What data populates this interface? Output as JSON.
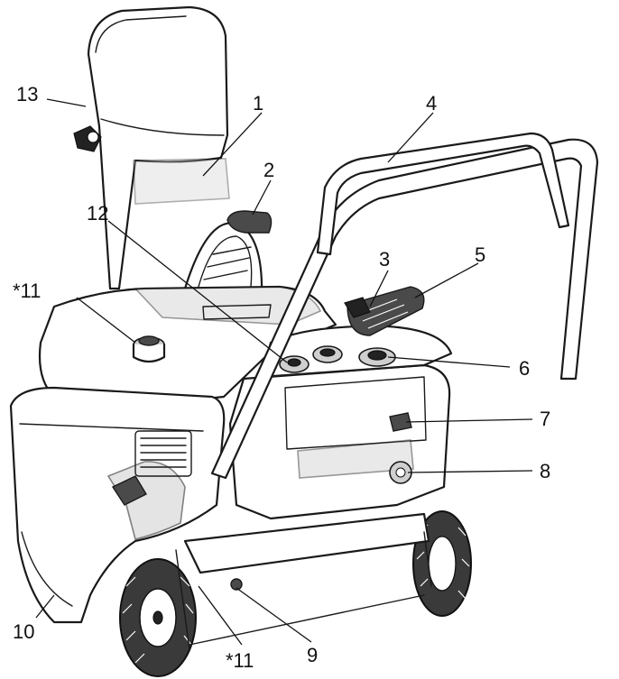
{
  "callouts": [
    {
      "id": "1",
      "label": "1"
    },
    {
      "id": "2",
      "label": "2"
    },
    {
      "id": "3",
      "label": "3"
    },
    {
      "id": "4",
      "label": "4"
    },
    {
      "id": "5",
      "label": "5"
    },
    {
      "id": "6",
      "label": "6"
    },
    {
      "id": "7",
      "label": "7"
    },
    {
      "id": "8",
      "label": "8"
    },
    {
      "id": "9",
      "label": "9"
    },
    {
      "id": "10",
      "label": "10"
    },
    {
      "id": "11a",
      "label": "*11"
    },
    {
      "id": "11b",
      "label": "*11"
    },
    {
      "id": "12",
      "label": "12"
    },
    {
      "id": "13",
      "label": "13"
    }
  ],
  "colors": {
    "line": "#1a1a1a",
    "body_fill": "#ffffff",
    "accent_grey": "#cfcfcf",
    "tire": "#3a3a3a"
  }
}
